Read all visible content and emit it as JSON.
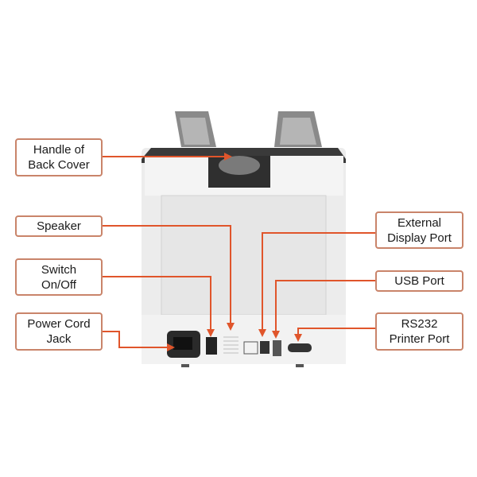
{
  "title": "Money counter rear panel diagram",
  "accent_color": "#e0552b",
  "labels": {
    "handle": "Handle of Back Cover",
    "speaker": "Speaker",
    "switch": "Switch On/Off",
    "power": "Power Cord Jack",
    "external": "External Display Port",
    "usb": "USB Port",
    "rs232": "RS232 Printer Port"
  }
}
